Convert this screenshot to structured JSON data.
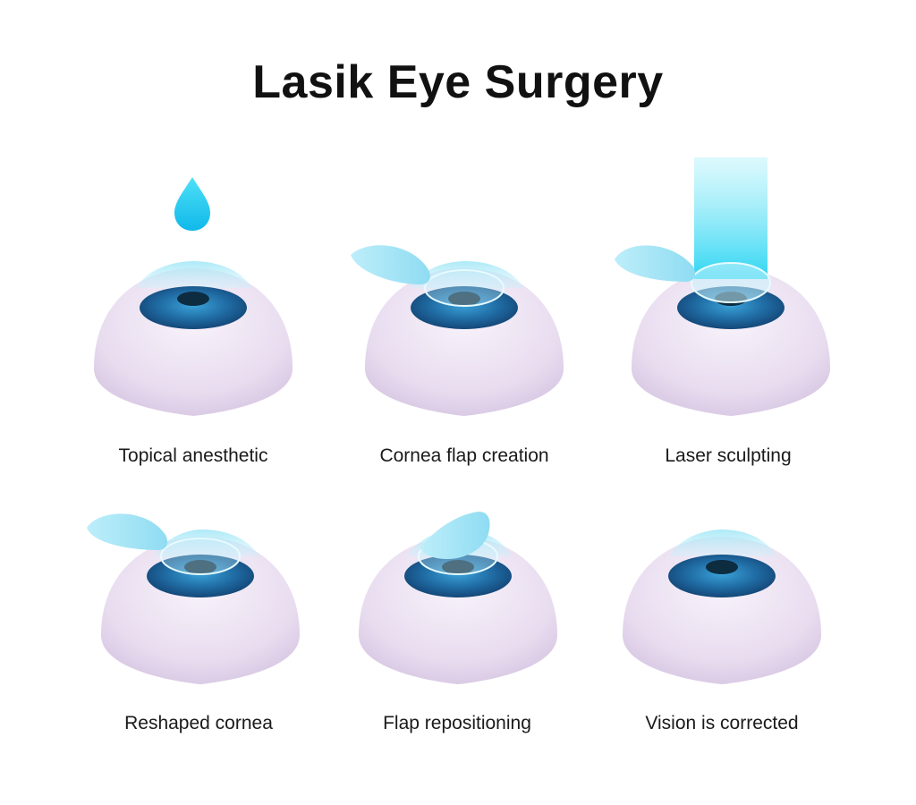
{
  "title": "Lasik Eye Surgery",
  "colors": {
    "eyeball": "#ece2f2",
    "iris": "#1f6aa2",
    "pupil": "#0d2c40",
    "flap": "#a8e6f7",
    "drop": "#16c8ef",
    "laser": "#2fd8f4"
  },
  "steps": [
    {
      "label": "Topical anesthetic",
      "icons": [
        "eyeball-icon",
        "iris-icon",
        "drop-icon"
      ]
    },
    {
      "label": "Cornea flap creation",
      "icons": [
        "eyeball-icon",
        "iris-icon",
        "cornea-flap-icon"
      ]
    },
    {
      "label": "Laser sculpting",
      "icons": [
        "eyeball-icon",
        "iris-icon",
        "cornea-flap-icon",
        "laser-beam-icon"
      ]
    },
    {
      "label": "Reshaped cornea",
      "icons": [
        "eyeball-icon",
        "iris-icon",
        "cornea-flap-icon"
      ]
    },
    {
      "label": "Flap repositioning",
      "icons": [
        "eyeball-icon",
        "iris-icon",
        "cornea-flap-icon"
      ]
    },
    {
      "label": "Vision is corrected",
      "icons": [
        "eyeball-icon",
        "iris-icon"
      ]
    }
  ]
}
